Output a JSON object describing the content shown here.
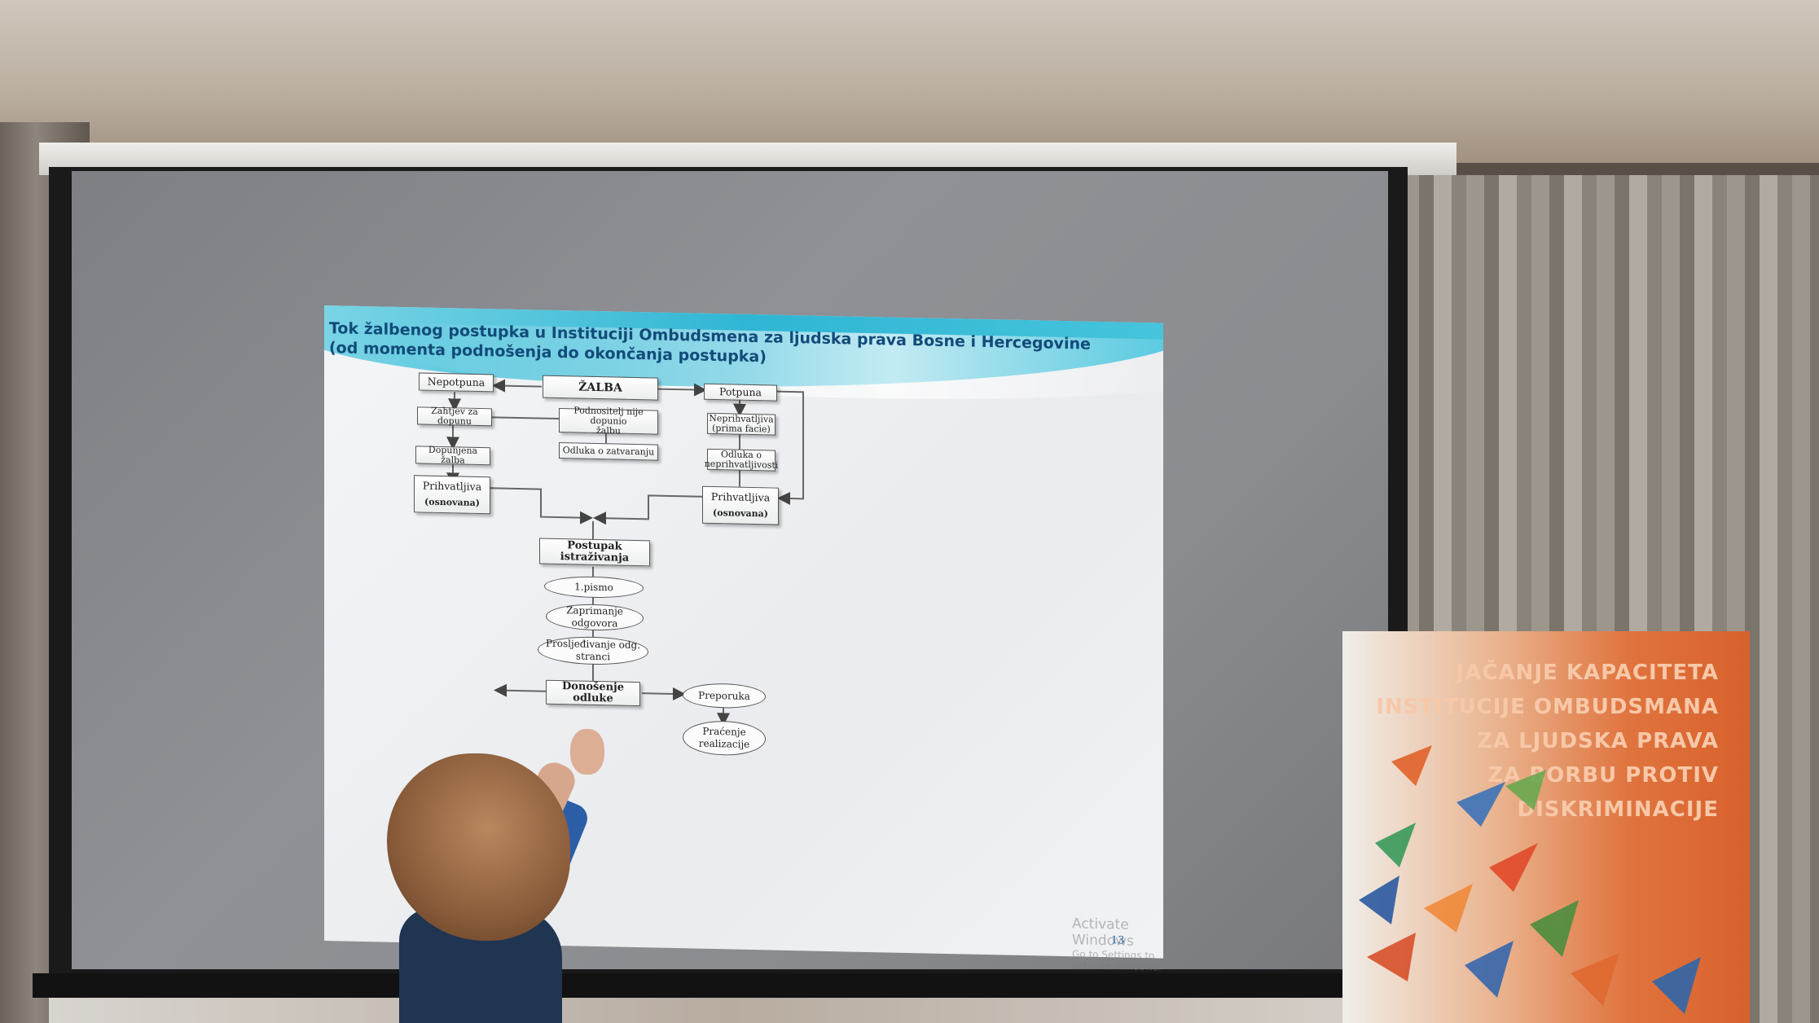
{
  "slide": {
    "title_line1": "Tok žalbenog postupka u Instituciji Ombudsmena za ljudska prava Bosne i Hercegovine",
    "title_line2": "(od momenta podnošenja do okončanja postupka)",
    "page_number": "13",
    "watermark_line1": "Activate Windows",
    "watermark_line2": "Go to Settings to activate Windows.",
    "nodes": {
      "zalba": "ŽALBA",
      "nepotpuna": "Nepotpuna",
      "potpuna": "Potpuna",
      "zahtjev": "Zahtjev za dopunu",
      "nije_dopunio_1": "Podnositelj nije dopunio",
      "nije_dopunio_2": "žalbu",
      "zatvaranje": "Odluka o zatvaranju",
      "neprihvatljiva_1": "Neprihvatljiva",
      "neprihvatljiva_2": "(prima facie)",
      "odluka_neprihv_1": "Odluka o",
      "odluka_neprihv_2": "neprihvatljivosti",
      "dopunjena": "Dopunjena žalba",
      "prihvatljiva_l_1": "Prihvatljiva",
      "prihvatljiva_l_2": "(osnovana)",
      "prihvatljiva_r_1": "Prihvatljiva",
      "prihvatljiva_r_2": "(osnovana)",
      "istrazivanje": "Postupak istraživanja",
      "pismo": "1.pismo",
      "zaprimanje_1": "Zaprimanje",
      "zaprimanje_2": "odgovora",
      "prosljedivanje_1": "Prosljeđivanje odg.",
      "prosljedivanje_2": "stranci",
      "donosenje": "Donošenje odluke",
      "preporuka": "Preporuka",
      "pracenje_1": "Praćenje",
      "pracenje_2": "realizacije"
    }
  },
  "banner": {
    "lines": [
      "JAČANJE KAPACITETA",
      "INSTITUCIJE OMBUDSMANA",
      "ZA LJUDSKA PRAVA",
      "ZA BORBU PROTIV",
      "DISKRIMINACIJE"
    ],
    "colors": {
      "base": "#d8612c",
      "text": "#f7c8a8"
    }
  },
  "colors": {
    "title": "#124b7a",
    "header_wave": "#2fb6d4"
  }
}
